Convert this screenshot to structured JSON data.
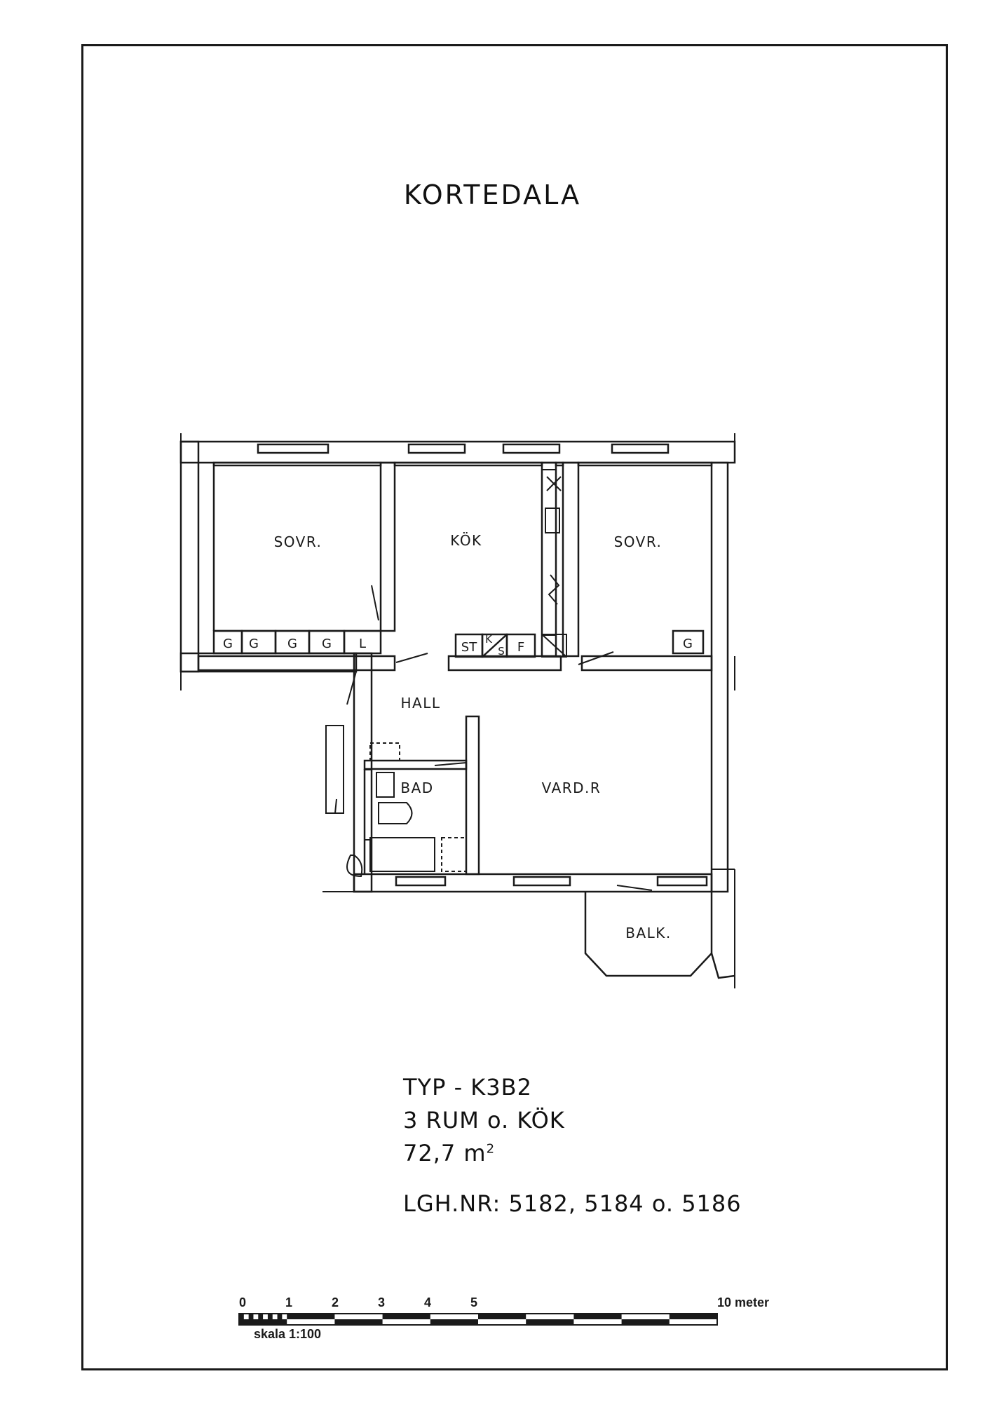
{
  "title": "KORTEDALA",
  "rooms": {
    "sovr_left": "SOVR.",
    "kok": "KÖK",
    "sovr_right": "SOVR.",
    "hall": "HALL",
    "bad": "BAD",
    "vardr": "VARD.R",
    "balk": "BALK."
  },
  "fixtures": {
    "g1": "G",
    "g2": "G",
    "g3": "G",
    "g4": "G",
    "l": "L",
    "st": "ST",
    "ks_k": "K",
    "ks_s": "S",
    "f": "F",
    "g5": "G"
  },
  "info": {
    "type": "TYP - K3B2",
    "rooms": "3 RUM o. KÖK",
    "area_value": "72,7 m",
    "area_unit_sup": "2",
    "lgh": "LGH.NR: 5182, 5184 o. 5186"
  },
  "scale": {
    "tick_labels": [
      "0",
      "1",
      "2",
      "3",
      "4",
      "5"
    ],
    "end_label": "10 meter",
    "caption": "skala 1:100"
  },
  "colors": {
    "ink": "#1a1a1a",
    "paper": "#ffffff"
  }
}
